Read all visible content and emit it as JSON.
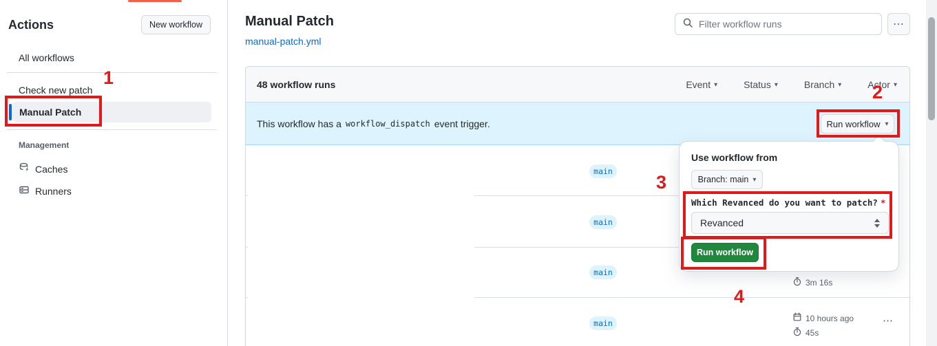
{
  "colors": {
    "accent_blue": "#0969da",
    "banner_bg": "#ddf4ff",
    "button_green": "#1f883d",
    "annotation_red": "#e11919"
  },
  "icons": {
    "caret_down": "▾",
    "kebab": "⋯",
    "search": "magnifier",
    "select_arrows": "up-down-sort",
    "stopwatch": "timer",
    "calendar": "calendar",
    "caches": "database-with-bolt",
    "runners": "server-rack"
  },
  "annotations": {
    "step1": "1",
    "step2": "2",
    "step3": "3",
    "step4": "4"
  },
  "sidebar": {
    "title": "Actions",
    "new_workflow_button": "New workflow",
    "workflows": [
      {
        "label": "All workflows",
        "selected": false
      },
      {
        "label": "Check new patch",
        "selected": false
      },
      {
        "label": "Manual Patch",
        "selected": true
      }
    ],
    "management": {
      "label": "Management",
      "items": [
        {
          "label": "Caches"
        },
        {
          "label": "Runners"
        }
      ]
    }
  },
  "main": {
    "title": "Manual Patch",
    "workflow_file": "manual-patch.yml",
    "filter_placeholder": "Filter workflow runs"
  },
  "runs": {
    "count_label": "48 workflow runs",
    "filters": [
      "Event",
      "Status",
      "Branch",
      "Actor"
    ],
    "banner": {
      "text_before": "This workflow has a",
      "code": "workflow_dispatch",
      "text_after": "event trigger.",
      "run_workflow_button": "Run workflow"
    },
    "rows": [
      {
        "branch": "main"
      },
      {
        "branch": "main"
      },
      {
        "branch": "main",
        "duration": "3m 16s"
      },
      {
        "branch": "main",
        "date": "10 hours ago",
        "duration": "45s"
      }
    ]
  },
  "popup": {
    "heading": "Use workflow from",
    "branch_selector": "Branch: main",
    "input_label": "Which Revanced do you want to patch?",
    "required_marker": "*",
    "input_value": "Revanced",
    "run_button": "Run workflow"
  }
}
